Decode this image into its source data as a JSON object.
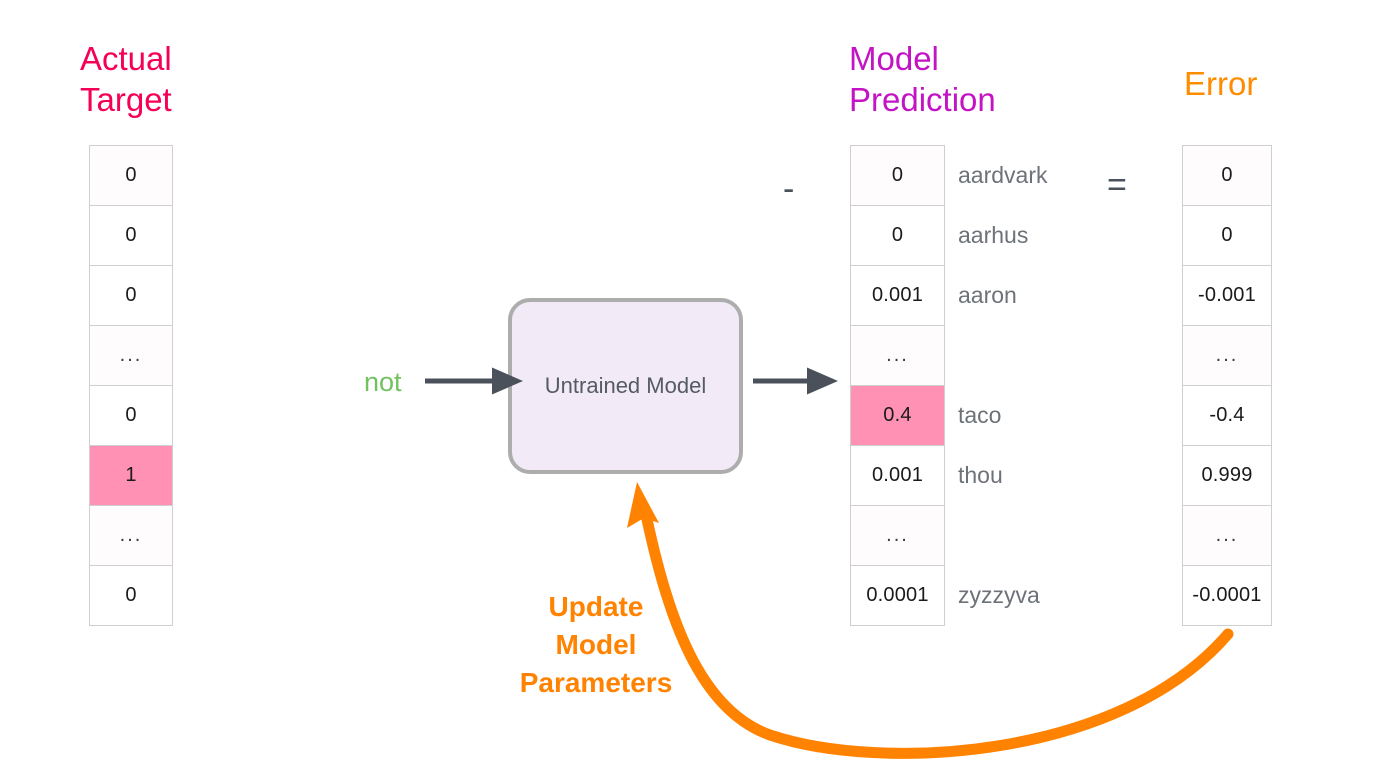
{
  "headers": {
    "actual_target": "Actual\nTarget",
    "model_prediction": "Model\nPrediction",
    "error": "Error"
  },
  "colors": {
    "actual_target": "#F50057",
    "model_prediction": "#C413C4",
    "error": "#FF8C00",
    "highlight": "#FF91B4",
    "input_word": "#72C261",
    "update_text": "#FF8200",
    "arrow": "#4A515A",
    "model_box_fill": "#F2EBF7",
    "model_box_border": "#ADADAD",
    "cell_border": "#CFCFCF"
  },
  "actual_target_vector": [
    {
      "value": "0",
      "highlighted": false
    },
    {
      "value": "0",
      "highlighted": false
    },
    {
      "value": "0",
      "highlighted": false
    },
    {
      "value": "...",
      "highlighted": false
    },
    {
      "value": "0",
      "highlighted": false
    },
    {
      "value": "1",
      "highlighted": true
    },
    {
      "value": "...",
      "highlighted": false
    },
    {
      "value": "0",
      "highlighted": false
    }
  ],
  "model_prediction_vector": [
    {
      "value": "0",
      "label": "aardvark",
      "highlighted": false
    },
    {
      "value": "0",
      "label": "aarhus",
      "highlighted": false
    },
    {
      "value": "0.001",
      "label": "aaron",
      "highlighted": false
    },
    {
      "value": "...",
      "label": "",
      "highlighted": false
    },
    {
      "value": "0.4",
      "label": "taco",
      "highlighted": true
    },
    {
      "value": "0.001",
      "label": "thou",
      "highlighted": false
    },
    {
      "value": "...",
      "label": "",
      "highlighted": false
    },
    {
      "value": "0.0001",
      "label": "zyzzyva",
      "highlighted": false
    }
  ],
  "error_vector": [
    {
      "value": "0",
      "highlighted": false
    },
    {
      "value": "0",
      "highlighted": false
    },
    {
      "value": "-0.001",
      "highlighted": false
    },
    {
      "value": "...",
      "highlighted": false
    },
    {
      "value": "-0.4",
      "highlighted": false
    },
    {
      "value": "0.999",
      "highlighted": false
    },
    {
      "value": "...",
      "highlighted": false
    },
    {
      "value": "-0.0001",
      "highlighted": false
    }
  ],
  "model": {
    "box_label": "Untrained Model",
    "input_word": "not"
  },
  "operators": {
    "minus": "-",
    "equals": "="
  },
  "feedback": {
    "update_label": "Update\nModel\nParameters"
  }
}
